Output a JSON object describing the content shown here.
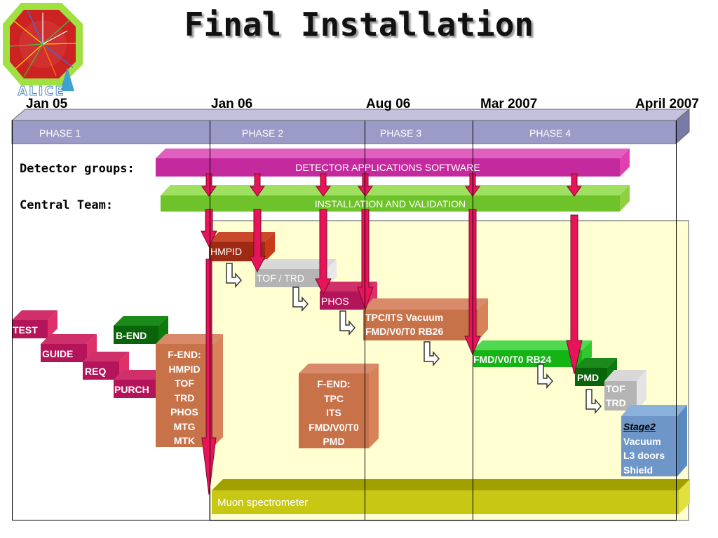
{
  "title": "Final Installation",
  "logo_text": "ALICE",
  "timeline": {
    "dates": [
      "Jan 05",
      "Jan 06",
      "Aug 06",
      "Mar 2007",
      "April 2007"
    ],
    "phases": [
      "PHASE 1",
      "PHASE 2",
      "PHASE 3",
      "PHASE 4"
    ]
  },
  "rows": {
    "detector_groups": "Detector groups:",
    "central_team": "Central Team:"
  },
  "bars": {
    "software": "DETECTOR APPLICATIONS SOFTWARE",
    "installation": "INSTALLATION AND VALIDATION",
    "muon": "Muon spectrometer"
  },
  "boxes": {
    "hmpid": "HMPID",
    "tof_trd": "TOF / TRD",
    "phos": "PHOS",
    "tpc_its_line1": "TPC/ITS  Vacuum",
    "tpc_its_line2": "FMD/V0/T0   RB26",
    "fmd_rb24": "FMD/V0/T0 RB24",
    "pmd": "PMD",
    "tof2": "TOF",
    "trd2": "TRD",
    "stage2_title": "Stage2",
    "stage2_lines": [
      "Vacuum",
      "L3 doors",
      "Shield"
    ],
    "test": "TEST",
    "guide": "GUIDE",
    "req": "REQ",
    "purch": "PURCH",
    "bend": "B-END",
    "fend1": [
      "F-END:",
      "HMPID",
      "TOF",
      "TRD",
      "PHOS",
      "MTG",
      "MTK"
    ],
    "fend2": [
      "F-END:",
      "TPC",
      "ITS",
      "FMD/V0/T0",
      "PMD"
    ]
  },
  "colors": {
    "phase_band": "#9b9bc8",
    "software": "#c42a9e",
    "installation": "#6ec22a",
    "workarea": "#ffffd2",
    "arrow": "#e8145a",
    "hmpid": "#9e2a14",
    "grey": "#b4b4b4",
    "magenta_box": "#b4145a",
    "brown": "#c8724a",
    "green_box": "#14b414",
    "dark_green": "#0a640a",
    "stage2": "#6e96c8",
    "muon": "#c8c814"
  }
}
